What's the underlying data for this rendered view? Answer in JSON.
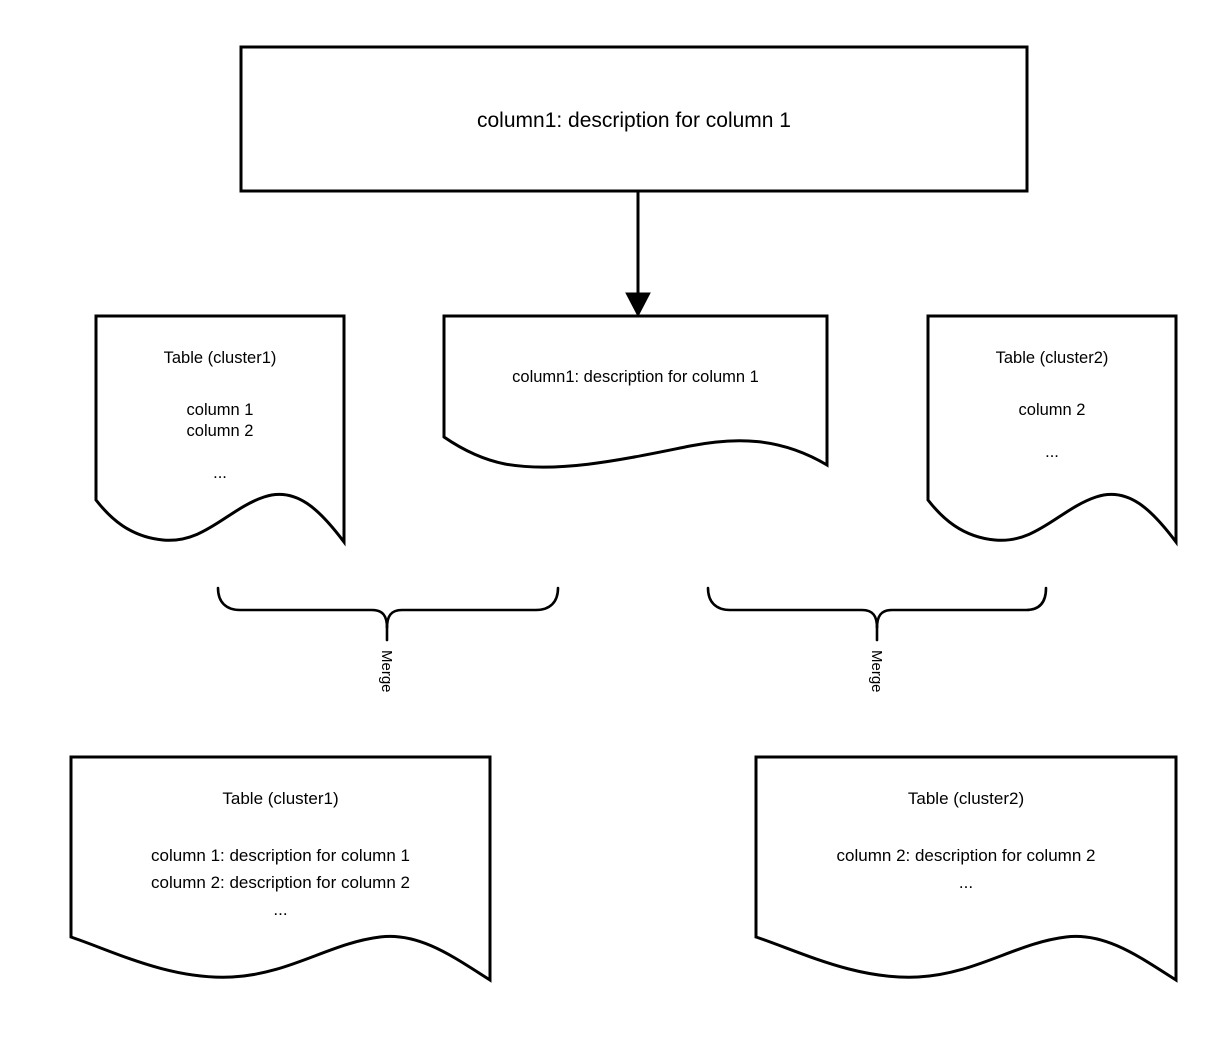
{
  "diagram": {
    "title_box": {
      "label": "column1: description for column 1"
    },
    "middle_doc": {
      "label": "column1: description for column 1"
    },
    "left_doc": {
      "title": "Table (cluster1)",
      "lines": "column 1\ncolumn 2\n\n..."
    },
    "right_doc": {
      "title": "Table (cluster2)",
      "lines": "column 2\n\n..."
    },
    "left_merge": {
      "label": "Merge"
    },
    "right_merge": {
      "label": "Merge"
    },
    "bottom_left_doc": {
      "title": "Table (cluster1)",
      "lines": "column 1: description for column 1\ncolumn 2: description for column 2\n..."
    },
    "bottom_right_doc": {
      "title": "Table (cluster2)",
      "lines": "column 2: description for column 2\n..."
    },
    "colors": {
      "stroke": "#000000",
      "fill": "#ffffff",
      "text": "#000000"
    }
  }
}
